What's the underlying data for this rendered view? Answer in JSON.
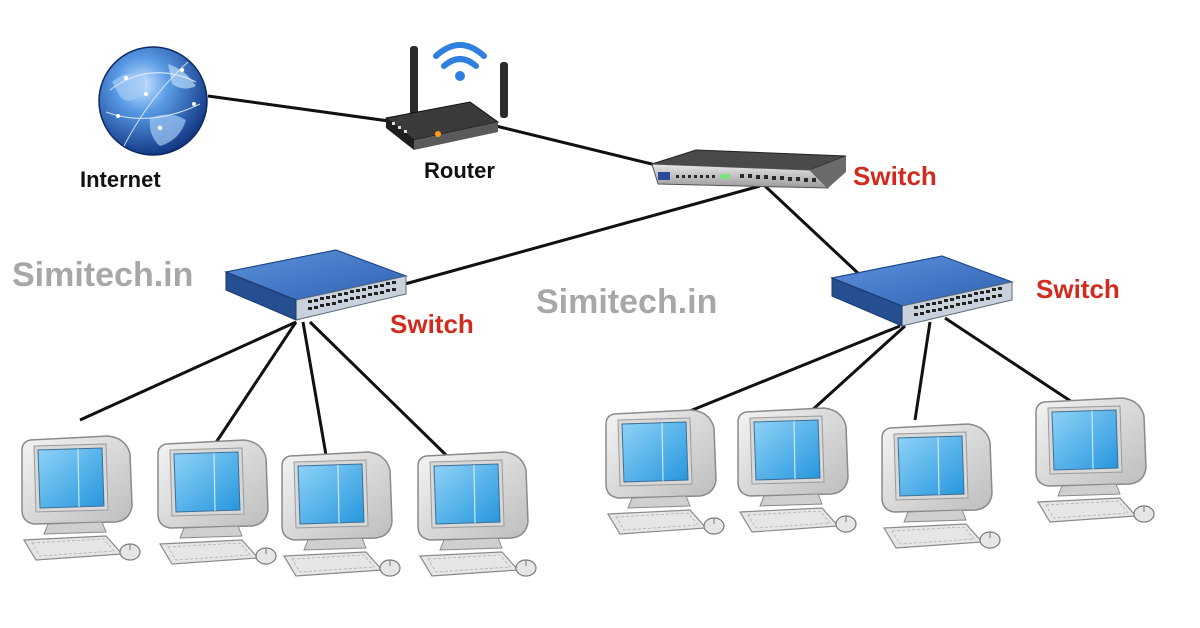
{
  "labels": {
    "internet": "Internet",
    "router": "Router",
    "core_switch": "Switch",
    "left_switch": "Switch",
    "right_switch": "Switch"
  },
  "watermarks": [
    "Simitech.in",
    "Simitech.in"
  ],
  "colors": {
    "device_label": "#111111",
    "switch_label": "#d22b1e",
    "watermark": "#a7a7a7",
    "cable": "#111111",
    "screen": "#3aa6e6",
    "switch_body": "#3b73c6"
  },
  "icons": {
    "internet": "globe-icon",
    "router": "wifi-router-icon",
    "core_switch": "rack-switch-icon",
    "access_switch": "network-switch-icon",
    "computer": "desktop-computer-icon"
  }
}
